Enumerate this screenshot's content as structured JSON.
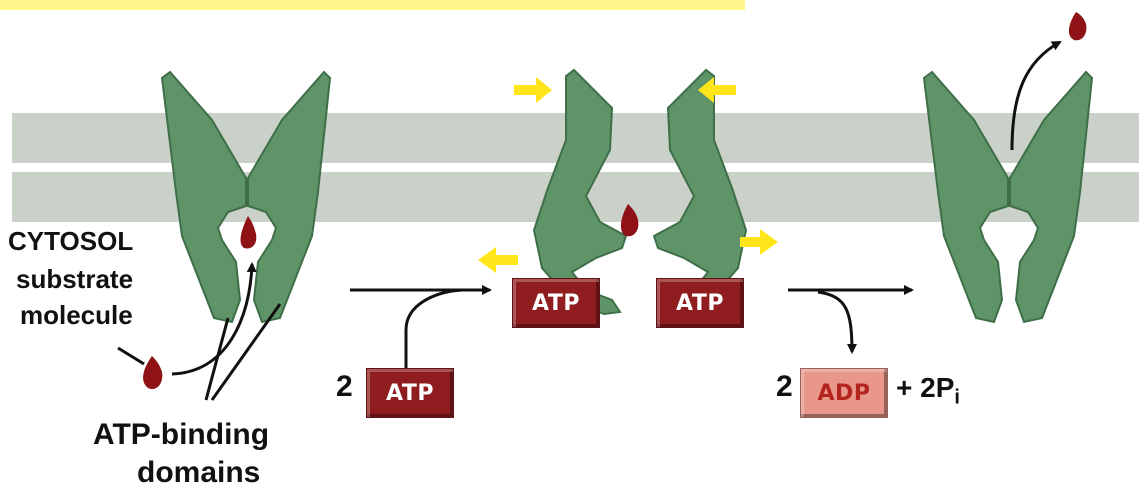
{
  "labels": {
    "cytosol": "CYTOSOL",
    "substrate_line1": "substrate",
    "substrate_line2": "molecule",
    "binding_line1": "ATP-binding",
    "binding_line2": "domains"
  },
  "boxes": {
    "atp_left": "ATP",
    "atp_right": "ATP",
    "atp_input": "ATP",
    "adp_output": "ADP"
  },
  "input": {
    "coefficient": "2"
  },
  "output": {
    "coefficient": "2",
    "phosphate_prefix": "+ 2P",
    "phosphate_subscript": "i"
  },
  "colors": {
    "membrane": "#c9d1c9",
    "protein": "#5f9468",
    "protein_dark": "#3e6f48",
    "substrate": "#8e1216",
    "atp_box": "#8f1d1f",
    "adp_box": "#e8978a",
    "force_arrow": "#ffe51a",
    "top_band": "#fff58a"
  }
}
